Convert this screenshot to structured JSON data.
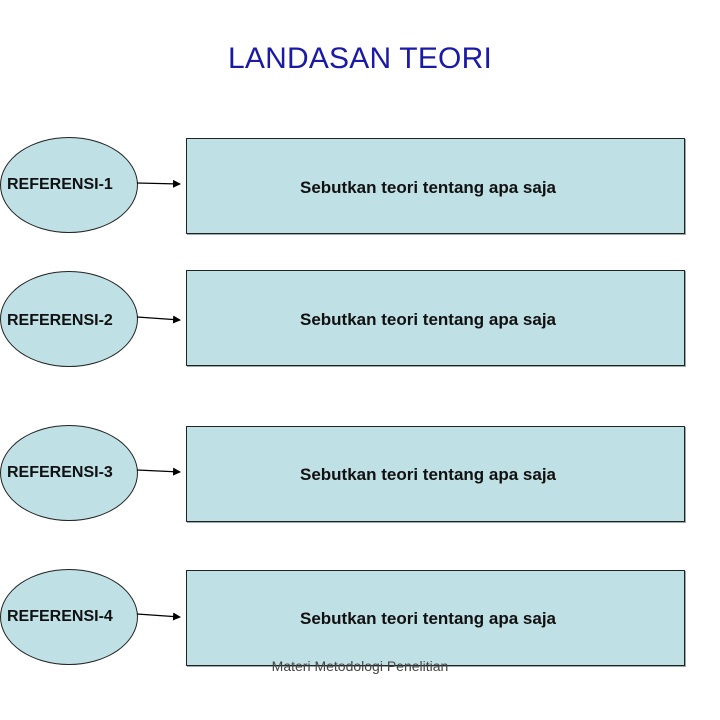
{
  "title": "LANDASAN TEORI",
  "references": [
    {
      "label": "REFERENSI-1",
      "description": "Sebutkan teori tentang apa saja"
    },
    {
      "label": "REFERENSI-2",
      "description": "Sebutkan teori tentang apa saja"
    },
    {
      "label": "REFERENSI-3",
      "description": "Sebutkan teori tentang apa saja"
    },
    {
      "label": "REFERENSI-4",
      "description": "Sebutkan teori tentang apa saja"
    }
  ],
  "footer": "Materi Metodologi Penelitian",
  "colors": {
    "title": "#1a1aa6",
    "shape_fill": "#bfe0e4",
    "outline": "#222222"
  }
}
